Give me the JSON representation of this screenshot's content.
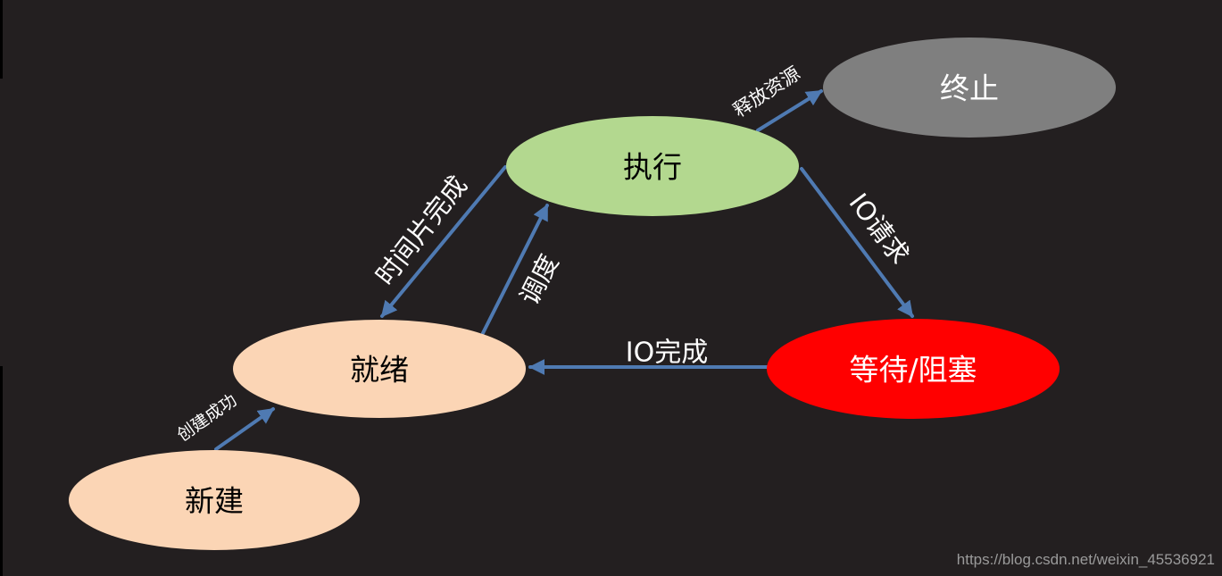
{
  "diagram": {
    "colors": {
      "background": "#231f20",
      "arrow": "#4f7ab2",
      "edge_label": "#ffffff"
    },
    "nodes": {
      "new": {
        "label": "新建",
        "fill": "#fbd5b5",
        "text_color": "#000000"
      },
      "ready": {
        "label": "就绪",
        "fill": "#fbd5b5",
        "text_color": "#000000"
      },
      "running": {
        "label": "执行",
        "fill": "#b3d88f",
        "text_color": "#000000"
      },
      "terminated": {
        "label": "终止",
        "fill": "#7f7f7f",
        "text_color": "#ffffff"
      },
      "blocked": {
        "label": "等待/阻塞",
        "fill": "#ff0000",
        "text_color": "#ffffff"
      }
    },
    "edges": {
      "create_success": {
        "from": "新建",
        "to": "就绪",
        "label": "创建成功"
      },
      "dispatch": {
        "from": "就绪",
        "to": "执行",
        "label": "调度"
      },
      "time_slice_done": {
        "from": "执行",
        "to": "就绪",
        "label": "时间片完成"
      },
      "release": {
        "from": "执行",
        "to": "终止",
        "label": "释放资源"
      },
      "io_request": {
        "from": "执行",
        "to": "等待/阻塞",
        "label": "IO请求"
      },
      "io_done": {
        "from": "等待/阻塞",
        "to": "就绪",
        "label": "IO完成"
      }
    }
  },
  "watermark": "https://blog.csdn.net/weixin_45536921"
}
